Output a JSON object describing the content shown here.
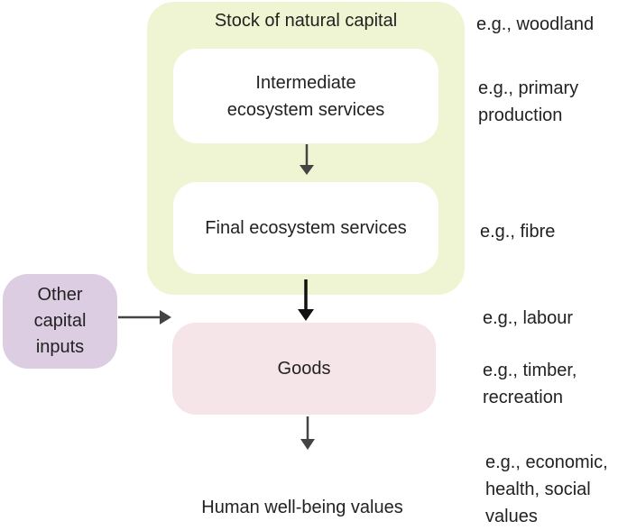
{
  "stock": {
    "title": "Stock of natural capital",
    "example": "e.g., woodland"
  },
  "intermediate": {
    "label": "Intermediate\necosystem services",
    "example": "e.g., primary\nproduction"
  },
  "final": {
    "label": "Final ecosystem services",
    "example": "e.g., fibre"
  },
  "other_inputs": {
    "label": "Other\ncapital\ninputs",
    "example": "e.g., labour"
  },
  "goods": {
    "label": "Goods",
    "example": "e.g., timber,\nrecreation"
  },
  "human": {
    "label": "Human well-being values",
    "example": "e.g., economic,\nhealth, social\nvalues"
  },
  "colors": {
    "stock_fill": "#eff5d3",
    "goods_fill": "#f6e5e8",
    "other_fill": "#dccde3",
    "arrow": "#444444"
  }
}
